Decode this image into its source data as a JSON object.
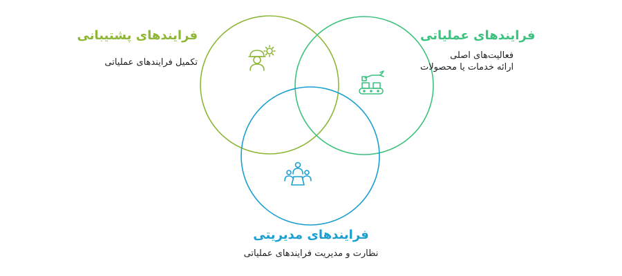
{
  "colors": {
    "support": "#8db637",
    "operational": "#3cc17e",
    "management": "#1a9fcf"
  },
  "sets": {
    "support": {
      "title": "فرایندهای پشتیبانی",
      "description": "تکمیل فرایندهای عملیاتی",
      "icon": "worker-gear-icon"
    },
    "operational": {
      "title": "فرایندهای عملیاتی",
      "description_line1": "فعالیت‌های اصلی",
      "description_line2": "ارائه خدمات یا محصولات",
      "icon": "conveyor-robot-arm-icon"
    },
    "management": {
      "title": "فرایندهای مدیریتی",
      "description": "نظارت و مدیریت فرایندهای عملیاتی",
      "icon": "meeting-table-icon"
    }
  }
}
